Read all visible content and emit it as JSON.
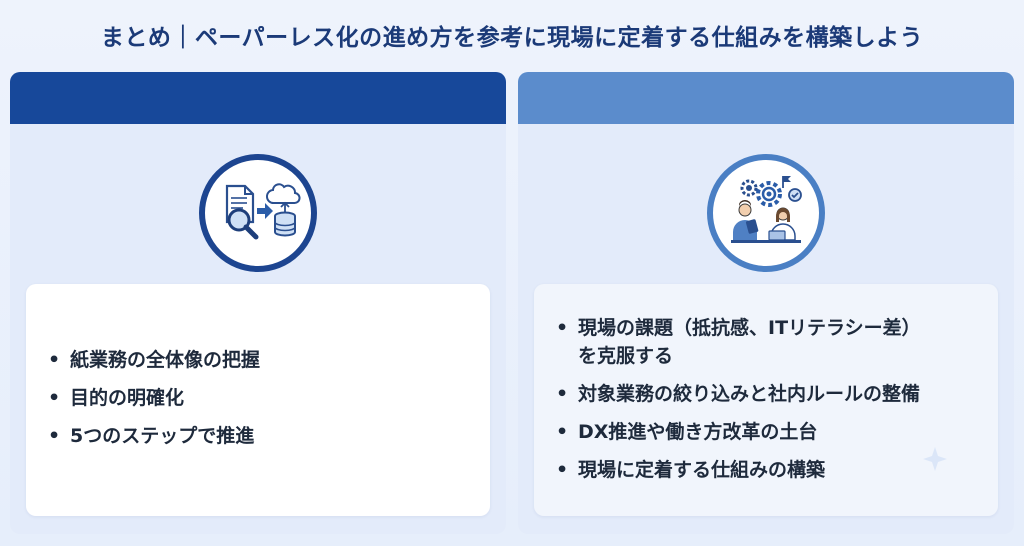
{
  "title": "まとめ｜ペーパーレス化の進め方を参考に現場に定着する仕組みを構築しよう",
  "left_panel": {
    "icon": "document-search-to-cloud-database-icon",
    "items": [
      "紙業務の全体像の把握",
      "目的の明確化",
      "5つのステップで推進"
    ]
  },
  "right_panel": {
    "icon": "team-collaboration-gears-icon",
    "items": [
      {
        "line1": "現場の課題（抵抗感、ITリテラシー差）",
        "line2": "を克服する"
      },
      {
        "line1": "対象業務の絞り込みと社内ルールの整備"
      },
      {
        "line1": "DX推進や働き方改革の土台"
      },
      {
        "line1": "現場に定着する仕組みの構築"
      }
    ]
  },
  "colors": {
    "title": "#1b3a78",
    "left_header": "#17489a",
    "right_header": "#5b8ccc",
    "panel_bg": "#e3ebfa"
  }
}
